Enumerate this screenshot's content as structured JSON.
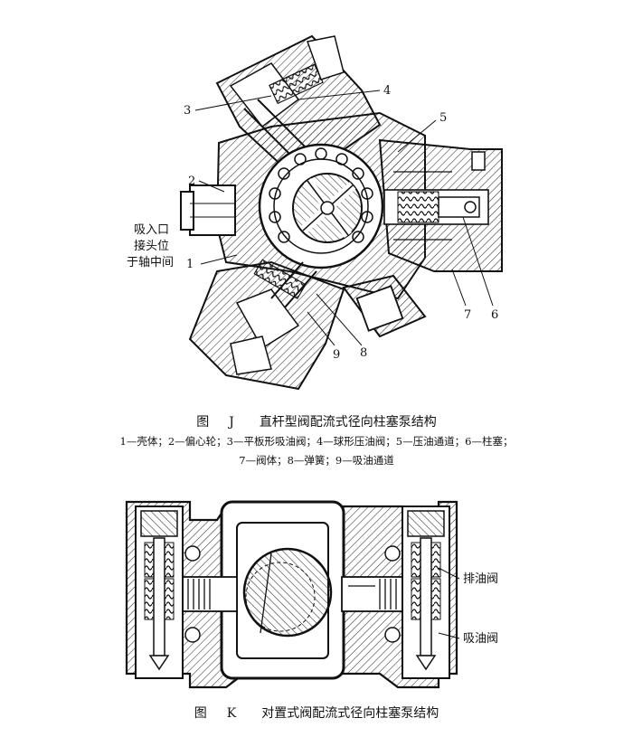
{
  "figure_j": {
    "number_prefix": "图",
    "letter": "J",
    "title": "直杆型阀配流式径向柱塞泵结构",
    "legend_line1": "1—壳体；2—偏心轮；3—平板形吸油阀；4—球形压油阀；5—压油通道；6—柱塞；",
    "legend_line2": "7—阀体；8—弹簧；9—吸油通道",
    "side_label": [
      "吸入口",
      "接头位",
      "于轴中间"
    ],
    "callouts": [
      "1",
      "2",
      "3",
      "4",
      "5",
      "6",
      "7",
      "8",
      "9"
    ]
  },
  "figure_k": {
    "number_prefix": "图",
    "letter": "K",
    "title": "对置式阀配流式径向柱塞泵结构",
    "labels": [
      "排油阀",
      "吸油阀"
    ]
  },
  "colors": {
    "ink": "#111111",
    "paper": "#ffffff",
    "hatch": "#333333"
  }
}
